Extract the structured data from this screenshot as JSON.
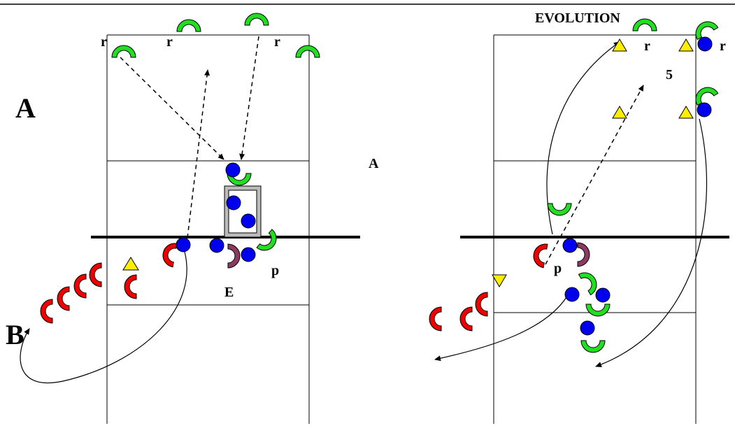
{
  "labels": {
    "title": "EVOLUTION",
    "a_big": "A",
    "b_big": "B",
    "a_small": "A",
    "r": "r",
    "p": "p",
    "e": "E",
    "five": "5"
  },
  "colors": {
    "player_blue": "#0000ee",
    "receiver_green": "#22dd22",
    "opponent_red": "#ee0000",
    "setter_purple": "#8b3a62",
    "cone_yellow": "#ffee00",
    "lines": "#000000"
  },
  "icons": {
    "player": "blue-circle",
    "receiver": "green-half-ring",
    "opponent": "red-half-ring",
    "cone": "yellow-triangle",
    "target_box": "gray-frame"
  }
}
